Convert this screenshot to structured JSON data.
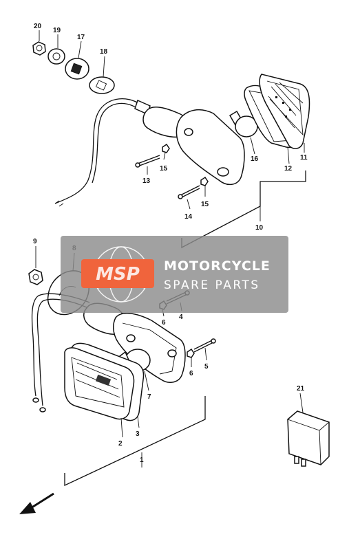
{
  "callouts": {
    "c20": "20",
    "c19": "19",
    "c17": "17",
    "c18": "18",
    "c16": "16",
    "c12": "12",
    "c11": "11",
    "c15a": "15",
    "c13": "13",
    "c15b": "15",
    "c14": "14",
    "c10": "10",
    "c9": "9",
    "c8": "8",
    "c6a": "6",
    "c4": "4",
    "c6b": "6",
    "c5": "5",
    "c7": "7",
    "c3": "3",
    "c2": "2",
    "c1": "1",
    "c21": "21"
  },
  "watermark": {
    "logo": "MSP",
    "line1": "MOTORCYCLE",
    "line2": "SPARE PARTS",
    "accent_color": "#f0643c",
    "band_color": "#8c8c8c"
  },
  "direction_icon": "front-arrow-icon"
}
